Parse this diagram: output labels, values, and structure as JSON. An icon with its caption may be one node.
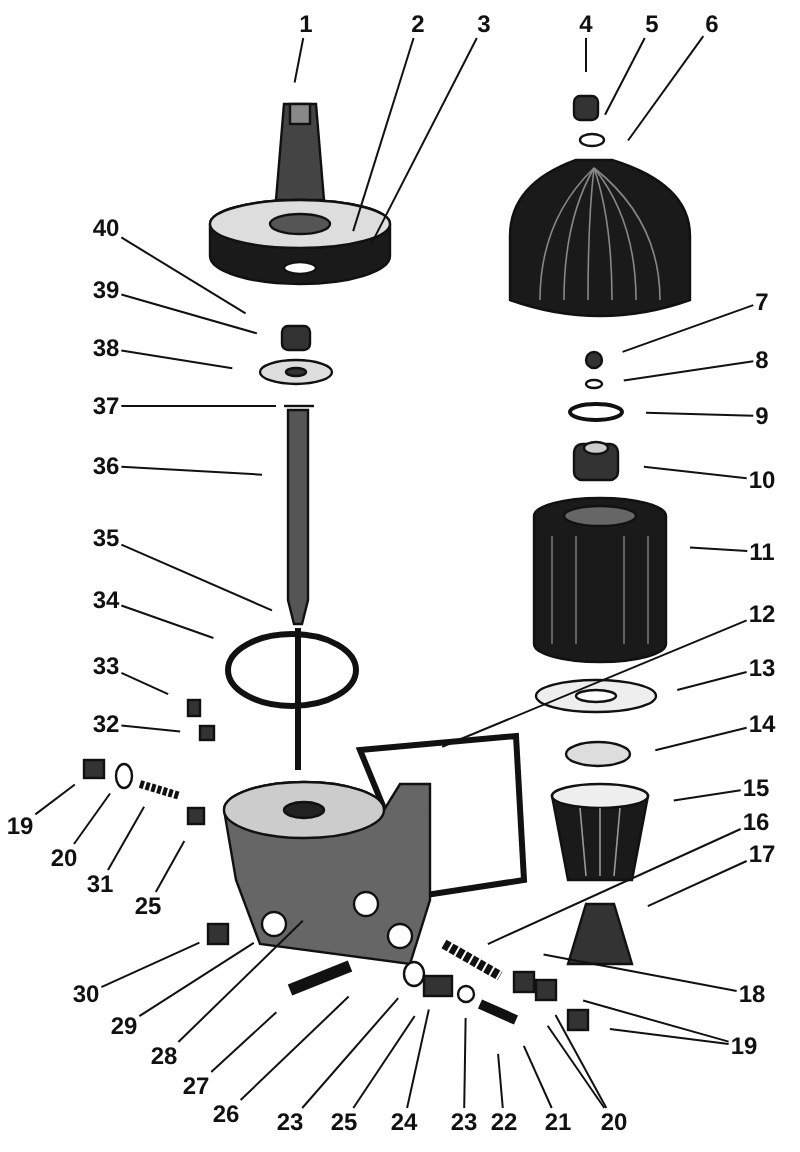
{
  "diagram": {
    "nodes": [
      {
        "text": [
          "1"
        ]
      },
      {
        "text": [
          "2"
        ]
      },
      {
        "text": [
          "3"
        ]
      },
      {
        "text": [
          "4"
        ]
      },
      {
        "text": [
          "5"
        ]
      },
      {
        "text": [
          "6"
        ]
      },
      {
        "text": [
          "40"
        ]
      },
      {
        "text": [
          "39"
        ]
      },
      {
        "text": [
          "38"
        ]
      },
      {
        "text": [
          "37"
        ]
      },
      {
        "text": [
          "36"
        ]
      },
      {
        "text": [
          "35"
        ]
      },
      {
        "text": [
          "34"
        ]
      },
      {
        "text": [
          "33"
        ]
      },
      {
        "text": [
          "32"
        ]
      },
      {
        "text": [
          "7"
        ]
      },
      {
        "text": [
          "8"
        ]
      },
      {
        "text": [
          "9"
        ]
      },
      {
        "text": [
          "10"
        ]
      },
      {
        "text": [
          "11"
        ]
      },
      {
        "text": [
          "12"
        ]
      },
      {
        "text": [
          "13"
        ]
      },
      {
        "text": [
          "14"
        ]
      },
      {
        "text": [
          "15"
        ]
      },
      {
        "text": [
          "16"
        ]
      },
      {
        "text": [
          "17"
        ]
      },
      {
        "text": [
          "19"
        ]
      },
      {
        "text": [
          "20"
        ]
      },
      {
        "text": [
          "31"
        ]
      },
      {
        "text": [
          "25"
        ]
      },
      {
        "text": [
          "18"
        ]
      },
      {
        "text": [
          "30"
        ]
      },
      {
        "text": [
          "29"
        ]
      },
      {
        "text": [
          "19"
        ]
      },
      {
        "text": [
          "28"
        ]
      },
      {
        "text": [
          "27"
        ]
      },
      {
        "text": [
          "26"
        ]
      },
      {
        "text": [
          "23"
        ]
      },
      {
        "text": [
          "25"
        ]
      },
      {
        "text": [
          "24"
        ]
      },
      {
        "text": [
          "23"
        ]
      },
      {
        "text": [
          "22"
        ]
      },
      {
        "text": [
          "21"
        ]
      },
      {
        "text": [
          "20"
        ]
      }
    ],
    "edges": [
      {
        "from": 0,
        "to": null,
        "arrow": "none"
      },
      {
        "from": 1,
        "to": null,
        "arrow": "none"
      },
      {
        "from": 2,
        "to": null,
        "arrow": "none"
      },
      {
        "from": 3,
        "to": null,
        "arrow": "none"
      },
      {
        "from": 4,
        "to": null,
        "arrow": "none"
      },
      {
        "from": 5,
        "to": null,
        "arrow": "none"
      },
      {
        "from": 6,
        "to": null,
        "arrow": "none"
      },
      {
        "from": 7,
        "to": null,
        "arrow": "none"
      },
      {
        "from": 8,
        "to": null,
        "arrow": "none"
      },
      {
        "from": 9,
        "to": null,
        "arrow": "none"
      },
      {
        "from": 10,
        "to": null,
        "arrow": "none"
      },
      {
        "from": 11,
        "to": null,
        "arrow": "none"
      },
      {
        "from": 12,
        "to": null,
        "arrow": "none"
      },
      {
        "from": 13,
        "to": null,
        "arrow": "none"
      },
      {
        "from": 14,
        "to": null,
        "arrow": "none"
      },
      {
        "from": 15,
        "to": null,
        "arrow": "none"
      },
      {
        "from": 16,
        "to": null,
        "arrow": "none"
      },
      {
        "from": 17,
        "to": null,
        "arrow": "none"
      },
      {
        "from": 18,
        "to": null,
        "arrow": "none"
      },
      {
        "from": 19,
        "to": null,
        "arrow": "none"
      },
      {
        "from": 20,
        "to": null,
        "arrow": "none"
      },
      {
        "from": 21,
        "to": null,
        "arrow": "none"
      },
      {
        "from": 22,
        "to": null,
        "arrow": "none"
      },
      {
        "from": 23,
        "to": null,
        "arrow": "none"
      },
      {
        "from": 24,
        "to": null,
        "arrow": "none"
      },
      {
        "from": 25,
        "to": null,
        "arrow": "none"
      },
      {
        "from": 26,
        "to": null,
        "arrow": "none"
      },
      {
        "from": 27,
        "to": null,
        "arrow": "none"
      },
      {
        "from": 28,
        "to": null,
        "arrow": "none"
      },
      {
        "from": 29,
        "to": null,
        "arrow": "none"
      },
      {
        "from": 30,
        "to": null,
        "arrow": "none"
      },
      {
        "from": 31,
        "to": null,
        "arrow": "none"
      },
      {
        "from": 32,
        "to": null,
        "arrow": "none"
      },
      {
        "from": 33,
        "to": null,
        "arrow": "none"
      },
      {
        "from": 34,
        "to": null,
        "arrow": "none"
      },
      {
        "from": 35,
        "to": null,
        "arrow": "none"
      },
      {
        "from": 36,
        "to": null,
        "arrow": "none"
      },
      {
        "from": 37,
        "to": null,
        "arrow": "none"
      },
      {
        "from": 38,
        "to": null,
        "arrow": "none"
      },
      {
        "from": 39,
        "to": null,
        "arrow": "none"
      },
      {
        "from": 40,
        "to": null,
        "arrow": "none"
      },
      {
        "from": 41,
        "to": null,
        "arrow": "none"
      },
      {
        "from": 42,
        "to": null,
        "arrow": "none"
      },
      {
        "from": 43,
        "to": null,
        "arrow": "none"
      },
      {
        "from": 33,
        "to": null,
        "arrow": "none"
      },
      {
        "from": 43,
        "to": null,
        "arrow": "none"
      }
    ]
  }
}
